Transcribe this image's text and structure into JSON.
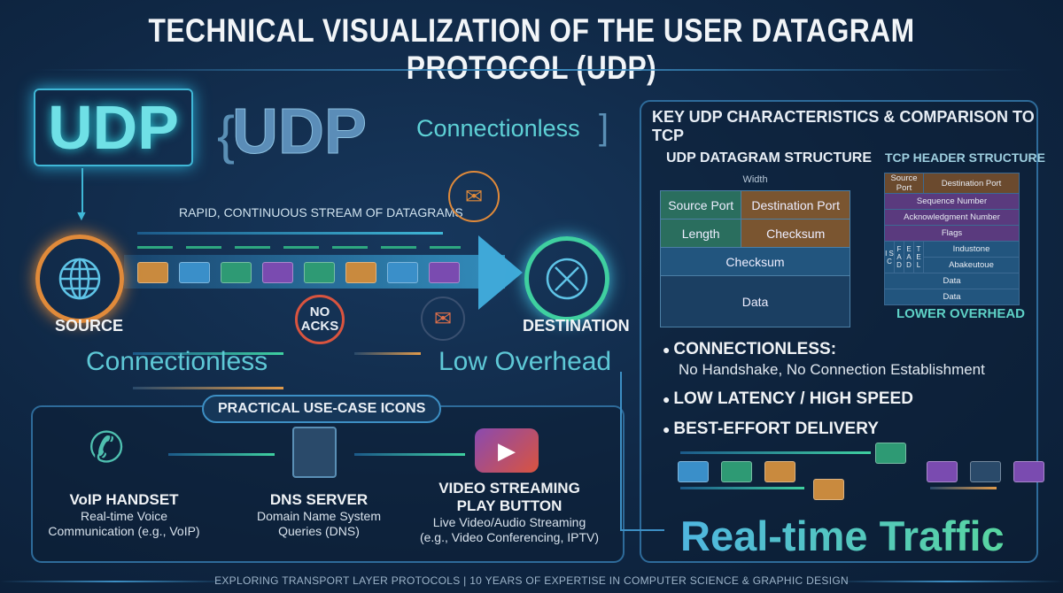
{
  "title": "TECHNICAL VISUALIZATION OF THE USER DATAGRAM PROTOCOL (UDP)",
  "hero": {
    "udp_label": "UDP",
    "udp_outline": "UDP",
    "connectionless": "Connectionless"
  },
  "stream": {
    "caption": "RAPID, CONTINUOUS STREAM OF DATAGRAMS",
    "source": "SOURCE",
    "destination": "DESTINATION",
    "no_acks_line1": "NO",
    "no_acks_line2": "ACKS",
    "envelope_colors": [
      "#c98a3e",
      "#3a8fc9",
      "#2e9a74",
      "#7a4bb0",
      "#2e9a74",
      "#c98a3e",
      "#3a8fc9",
      "#7a4bb0"
    ]
  },
  "labels": {
    "connectionless": "Connectionless",
    "low_overhead": "Low Overhead"
  },
  "use_cases": {
    "title": "PRACTICAL USE-CASE ICONS",
    "items": [
      {
        "heading": "VoIP HANDSET",
        "desc1": "Real-time Voice",
        "desc2": "Communication (e.g., VoIP)"
      },
      {
        "heading": "DNS SERVER",
        "desc1": "Domain Name System",
        "desc2": "Queries (DNS)"
      },
      {
        "heading1": "VIDEO STREAMING",
        "heading2": "PLAY BUTTON",
        "desc1": "Live Video/Audio Streaming",
        "desc2": "(e.g., Video Conferencing, IPTV)"
      }
    ]
  },
  "right": {
    "title": "KEY UDP CHARACTERISTICS & COMPARISON TO TCP",
    "udp": {
      "title": "UDP DATAGRAM STRUCTURE",
      "width": "Width",
      "source_port": "Source Port",
      "destination_port": "Destination Port",
      "length": "Length",
      "checksum": "Checksum",
      "checksum2": "Checksum",
      "data": "Data"
    },
    "tcp": {
      "title": "TCP HEADER STRUCTURE",
      "source_port": "Source Port",
      "destination_port": "Destination Port",
      "seq": "Sequence Number",
      "ack": "Acknowledgment Number",
      "flags": "Flags",
      "f1": "I S C",
      "f2": "F A D",
      "f3": "E A D",
      "f4": "T E L",
      "r1": "Industone",
      "r2": "Abakeutoue",
      "data1": "Data",
      "data2": "Data",
      "footer": "LOWER OVERHEAD"
    },
    "bullets": [
      {
        "title": "CONNECTIONLESS:",
        "desc": "No Handshake, No Connection Establishment"
      },
      {
        "title": "LOW LATENCY / HIGH SPEED"
      },
      {
        "title": "BEST-EFFORT DELIVERY"
      }
    ],
    "realtime": "Real-time Traffic"
  },
  "footer": "EXPLORING TRANSPORT LAYER PROTOCOLS | 10 YEARS OF EXPERTISE IN COMPUTER SCIENCE & GRAPHIC DESIGN"
}
